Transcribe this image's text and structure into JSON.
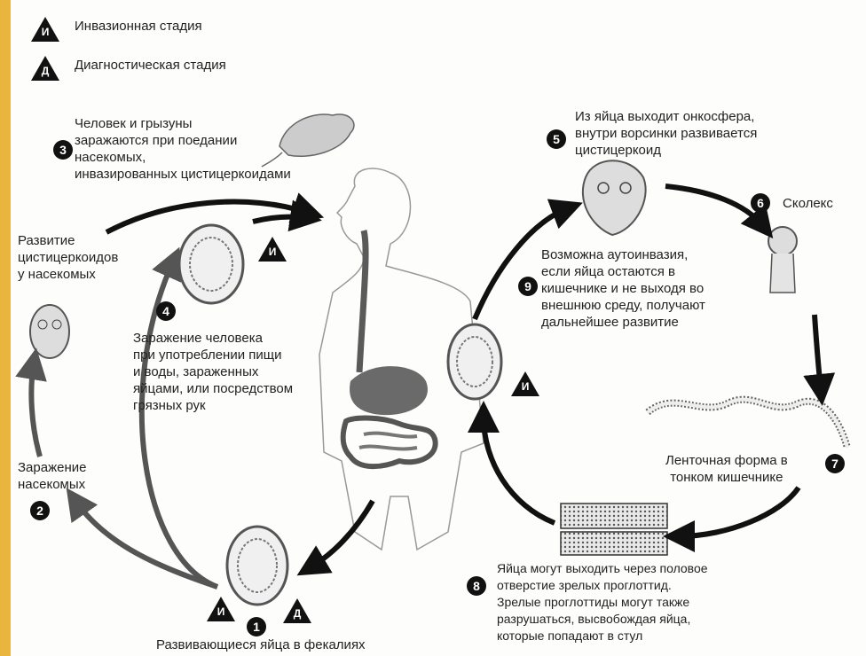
{
  "legend": {
    "invasive_letter": "И",
    "invasive_label": "Инвазионная стадия",
    "diagnostic_letter": "Д",
    "diagnostic_label": "Диагностическая стадия"
  },
  "steps": [
    {
      "number": "1",
      "text": "Развивающиеся яйца в фекалиях"
    },
    {
      "number": "2",
      "text": "Заражение\nнасекомых"
    },
    {
      "number": "3",
      "text": "Человек и грызуны\nзаражаются при поедании\nнасекомых,\nинвазированных цистицеркоидами"
    },
    {
      "number": "4",
      "text": "Заражение человека\nпри употреблении пищи\nи воды, зараженных\nяйцами, или посредством\nгрязных рук"
    },
    {
      "number": "5",
      "text": "Из яйца выходит онкосфера,\nвнутри ворсинки развивается\nцистицеркоид"
    },
    {
      "number": "6",
      "text": "Сколекс"
    },
    {
      "number": "7",
      "text": "Ленточная форма в\nтонком кишечнике"
    },
    {
      "number": "8",
      "text": "Яйца могут выходить через половое\nотверстие зрелых проглоттид.\nЗрелые проглоттиды могут также\nразрушаться, высвобождая яйца,\nкоторые попадают в стул"
    },
    {
      "number": "9",
      "text": "Возможна аутоинвазия,\nесли яйца остаются в\nкишечнике и не выходя во\nвнешнюю среду, получают\nдальнейшее развитие"
    }
  ],
  "cysticercoid_label": "Развитие\nцистицеркоидов\nу насекомых",
  "colors": {
    "frame": "#e9b53c",
    "arrow_dark": "#111111",
    "arrow_gray": "#555555",
    "gut": "#6a6a6a"
  }
}
